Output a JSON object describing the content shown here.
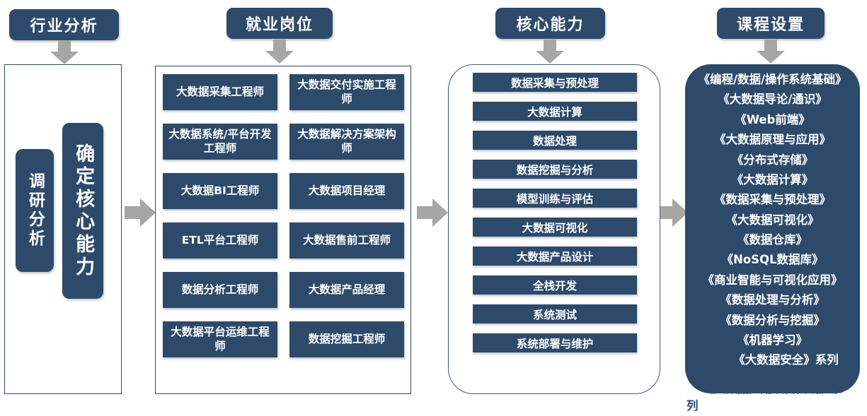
{
  "headers": [
    {
      "id": "industry-analysis",
      "label": "行业分析"
    },
    {
      "id": "employment-positions",
      "label": "就业岗位"
    },
    {
      "id": "core-abilities",
      "label": "核心能力"
    },
    {
      "id": "curriculum",
      "label": "课程设置"
    }
  ],
  "panel1": {
    "blocks": [
      {
        "id": "research-analysis",
        "label": "调研分析"
      },
      {
        "id": "determine-core-ability",
        "label": "确定核心能力"
      }
    ]
  },
  "panel2": {
    "jobs": [
      "大数据采集工程师",
      "大数据交付实施工程师",
      "大数据系统/平台开发工程师",
      "大数据解决方案架构师",
      "大数据BI工程师",
      "大数据项目经理",
      "ETL平台工程师",
      "大数据售前工程师",
      "数据分析工程师",
      "大数据产品经理",
      "大数据平台运维工程师",
      "数据挖掘工程师"
    ]
  },
  "panel3": {
    "abilities": [
      "数据采集与预处理",
      "大数据计算",
      "数据处理",
      "数据挖掘与分析",
      "模型训练与评估",
      "大数据可视化",
      "大数据产品设计",
      "全栈开发",
      "系统测试",
      "系统部署与维护"
    ]
  },
  "panel4": {
    "courses": [
      "《编程/数据/操作系统基础》",
      "《大数据导论/通识》",
      "《Web前端》",
      "《大数据原理与应用》",
      "《分布式存储》",
      "《大数据计算》",
      "《数据采集与预处理》",
      "《大数据可视化》",
      "《数据仓库》",
      "《NoSQL数据库》",
      "《商业智能与可视化应用》",
      "《数据处理与分析》",
      "《数据分析与挖掘》",
      "《机器学习》",
      "《大数据安全》系列"
    ],
    "overflow_course": "《大数据应用项目实践》系",
    "overflow_tail": "列"
  },
  "colors": {
    "navy": "#2e4a6b",
    "arrow_gray": "#a6a6a6",
    "panel_border": "#2e4a6b",
    "text_white": "#ffffff"
  }
}
